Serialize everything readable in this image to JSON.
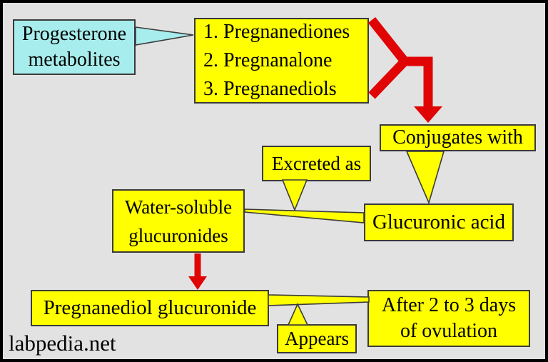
{
  "colors": {
    "background": "#e2e2e2",
    "box_yellow": "#ffff00",
    "box_cyan": "#a8eded",
    "arrow_red": "#e00404",
    "box_border": "#3b3b3b",
    "outer_border": "#000000",
    "text": "#000000"
  },
  "diagram": {
    "progesterone_metabolites": {
      "lines": [
        "Progesterone",
        "metabolites"
      ]
    },
    "metabolite_list": {
      "items": [
        "1. Pregnanediones",
        "2. Pregnanalone",
        "3. Pregnanediols"
      ]
    },
    "conjugates_with": {
      "label": "Conjugates with"
    },
    "excreted_as": {
      "label": "Excreted as"
    },
    "water_soluble": {
      "lines": [
        "Water-soluble",
        "glucuronides"
      ]
    },
    "glucuronic_acid": {
      "label": "Glucuronic acid"
    },
    "pregnanediol_glucuronide": {
      "label": "Pregnanediol glucuronide"
    },
    "after_ovulation": {
      "lines": [
        "After 2 to 3 days",
        "of ovulation"
      ]
    },
    "appears": {
      "label": "Appears"
    }
  },
  "footer": {
    "watermark": "labpedia.net"
  }
}
